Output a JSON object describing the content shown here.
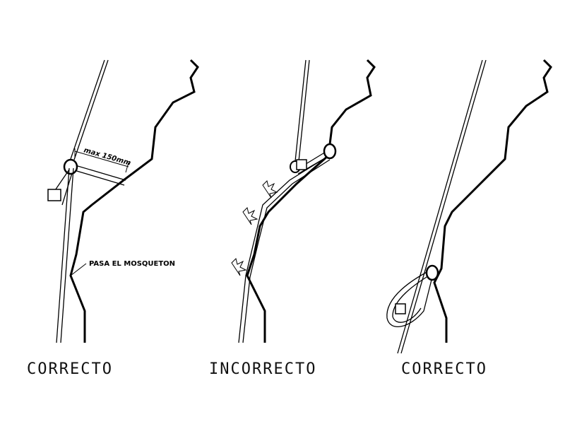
{
  "panels": [
    {
      "caption": "CORRECTO",
      "dimension_label": "max 150mm",
      "annotation": "PASA EL MOSQUETON"
    },
    {
      "caption": "INCORRECTO"
    },
    {
      "caption": "CORRECTO"
    }
  ]
}
